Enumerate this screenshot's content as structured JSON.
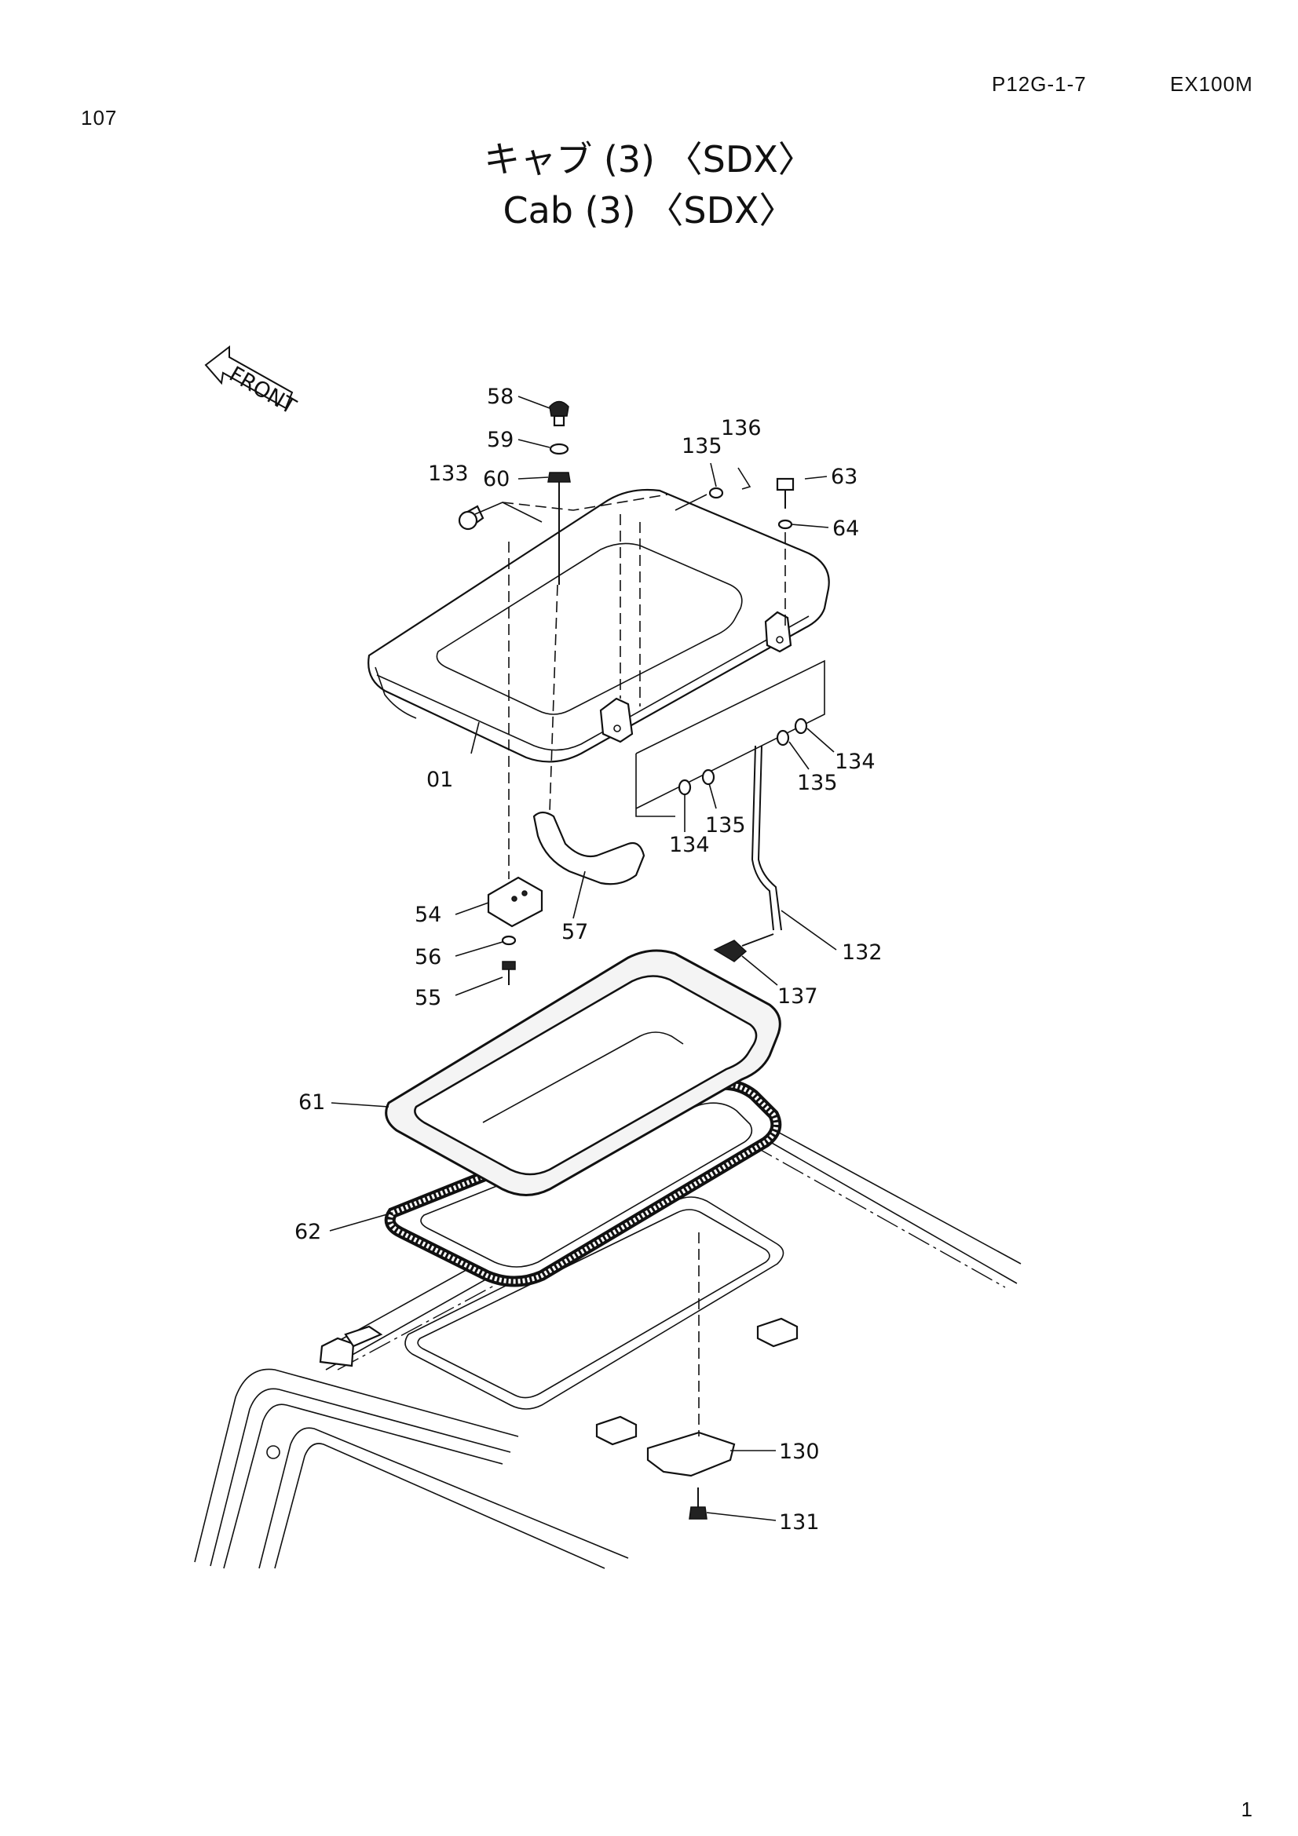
{
  "header": {
    "page_id": "P12G-1-7",
    "model": "EX100M",
    "page_number": "107",
    "sheet_number": "1"
  },
  "title": {
    "japanese": "キャブ (3) 〈SDX〉",
    "english": "Cab (3) 〈SDX〉"
  },
  "diagram": {
    "front_marker": "FRONT",
    "callouts": [
      "58",
      "59",
      "60",
      "133",
      "135",
      "136",
      "63",
      "64",
      "01",
      "134",
      "135",
      "134",
      "135",
      "54",
      "56",
      "55",
      "57",
      "132",
      "137",
      "61",
      "62",
      "130",
      "131"
    ]
  }
}
